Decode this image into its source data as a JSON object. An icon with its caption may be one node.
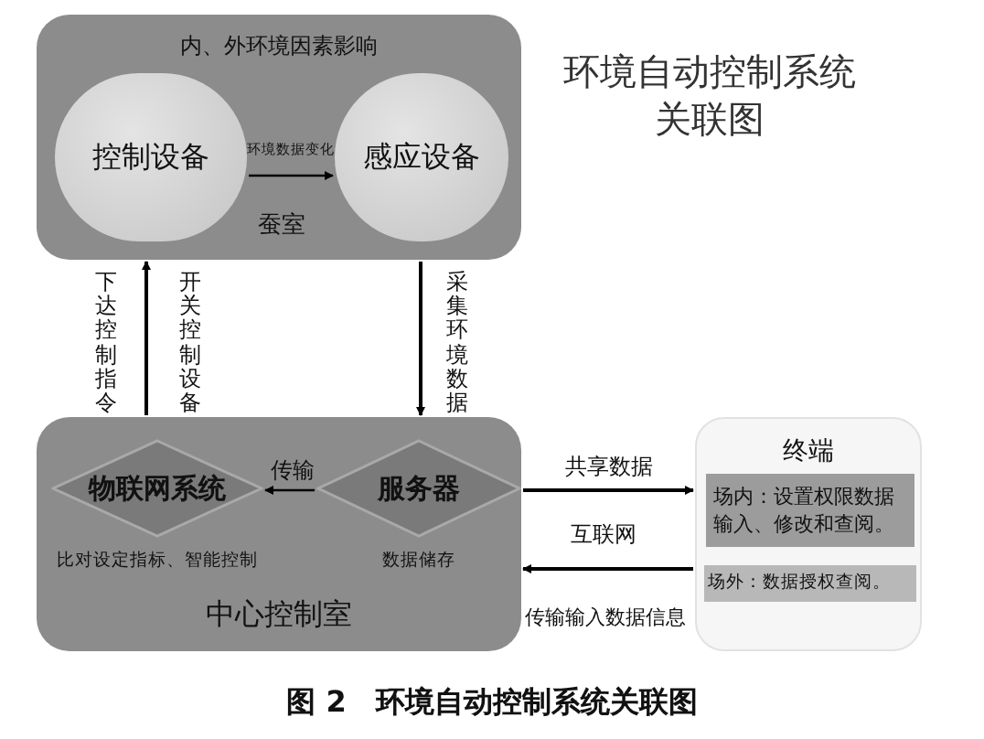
{
  "diagram": {
    "title": "环境自动控制系统关联图",
    "caption": "图 2　环境自动控制系统关联图",
    "nodes": [
      {
        "text": [
          "内、外环境因素影响",
          "蚕室"
        ]
      },
      {
        "text": [
          "控制设备"
        ],
        "in": 0
      },
      {
        "text": [
          "感应设备"
        ],
        "in": 0
      },
      {
        "text": [
          "中心控制室"
        ]
      },
      {
        "text": [
          "物联网系统"
        ],
        "in": 3,
        "beside": [
          "比对设定指标、智能控制"
        ]
      },
      {
        "text": [
          "服务器"
        ],
        "in": 3,
        "beside": [
          "数据储存"
        ]
      },
      {
        "text": [
          "终端"
        ]
      },
      {
        "text": [
          "场内：设置权限数据输入、修改和查阅。"
        ],
        "in": 6
      },
      {
        "text": [
          "场外：数据授权查阅。"
        ],
        "in": 6
      }
    ],
    "edges": [
      {
        "from": 1,
        "to": 2,
        "arrow": "to",
        "label": "环境数据变化"
      },
      {
        "from": 3,
        "to": 0,
        "arrow": "to",
        "label": "下达控制指令"
      },
      {
        "from": 0,
        "to": 3,
        "arrow": "to",
        "label": "采集环境数据"
      },
      {
        "from": 5,
        "to": 4,
        "arrow": "to",
        "label": "传输"
      },
      {
        "from": 3,
        "to": 6,
        "arrow": "to",
        "label": "共享数据"
      },
      {
        "from": 6,
        "to": 3,
        "arrow": "to",
        "label": "传输输入数据信息"
      }
    ],
    "labels": [
      "开关控制设备",
      "互联网"
    ]
  }
}
